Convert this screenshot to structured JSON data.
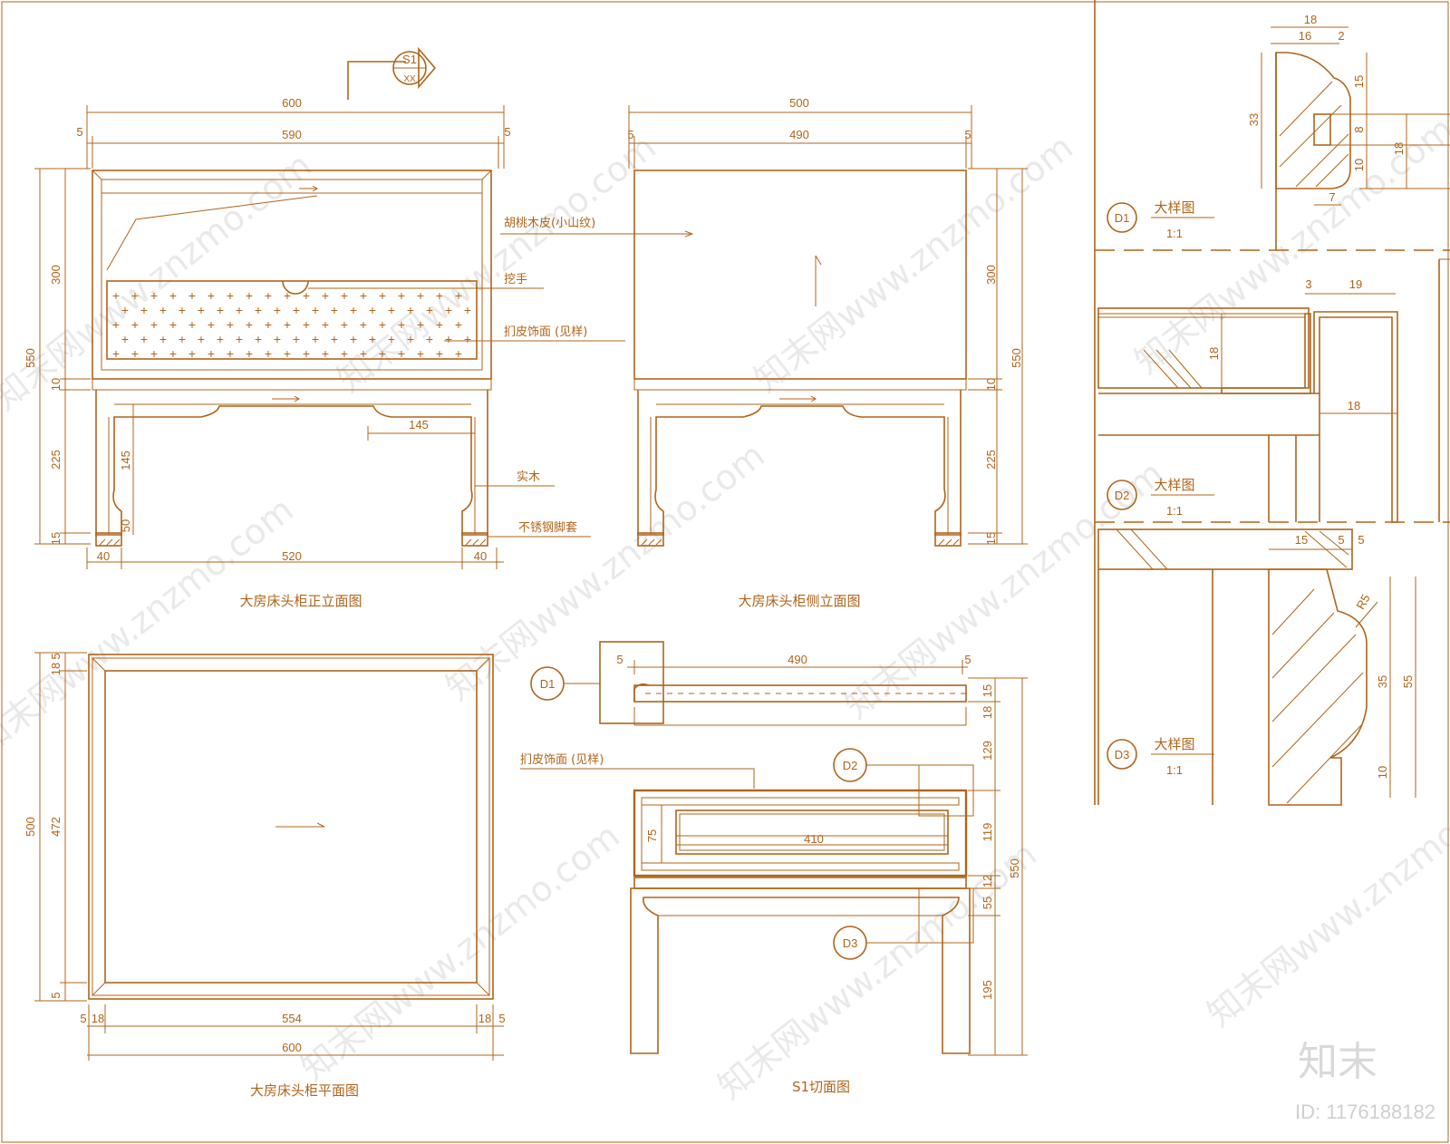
{
  "drawings": {
    "front": {
      "title": "大房床头柜正立面图",
      "dims": {
        "overall_width": "600",
        "inner_width": "590",
        "side": "5",
        "height_total": "550",
        "upper": "300",
        "gap": "10",
        "legs": "225",
        "foot": "15",
        "apron": "145",
        "leg_inner": "145",
        "foot_h": "50",
        "leg_w": "40",
        "span": "520"
      },
      "labels": {
        "veneer": "胡桃木皮(小山纹)",
        "handle": "挖手",
        "leather": "扪皮饰面 (见样)",
        "solid_wood": "实木",
        "steel_foot": "不锈钢脚套"
      },
      "section_mark": {
        "id": "S1",
        "sheet": "XX"
      }
    },
    "side": {
      "title": "大房床头柜侧立面图",
      "dims": {
        "overall_width": "500",
        "inner_width": "490",
        "side": "5",
        "height_total": "550",
        "upper": "300",
        "gap": "10",
        "legs": "225",
        "foot": "15"
      }
    },
    "plan": {
      "title": "大房床头柜平面图",
      "dims": {
        "overall_width": "600",
        "inner": "554",
        "edge_a": "5",
        "edge_b": "18",
        "depth": "500",
        "inner_depth": "472",
        "top_a": "5",
        "top_b": "18",
        "bottom": "5"
      }
    },
    "section": {
      "title": "S1切面图",
      "dims": {
        "width": "490",
        "side": "5",
        "drawer_w": "410",
        "drawer_h": "75",
        "d15": "15",
        "d18": "18",
        "d129": "129",
        "d119": "119",
        "d12": "12",
        "d55": "55",
        "d195": "195",
        "height": "550"
      },
      "labels": {
        "leather": "扪皮饰面 (见样)"
      },
      "callouts": [
        "D1",
        "D2",
        "D3"
      ]
    }
  },
  "details": [
    {
      "id": "D1",
      "name": "大样图",
      "scale": "1:1",
      "dims": [
        "18",
        "16",
        "2",
        "33",
        "15",
        "8",
        "10",
        "18",
        "7"
      ]
    },
    {
      "id": "D2",
      "name": "大样图",
      "scale": "1:1",
      "dims": [
        "3",
        "19",
        "18",
        "18"
      ]
    },
    {
      "id": "D3",
      "name": "大样图",
      "scale": "1:1",
      "dims": [
        "15",
        "5",
        "5",
        "R5",
        "35",
        "55",
        "10"
      ]
    }
  ],
  "watermark": {
    "text": "知末网www.znzmo.com",
    "brand": "知末",
    "id_label": "ID: 1176188182"
  },
  "colors": {
    "line": "#b0641a",
    "background": "#ffffff",
    "watermark": "#e9e9e9"
  }
}
